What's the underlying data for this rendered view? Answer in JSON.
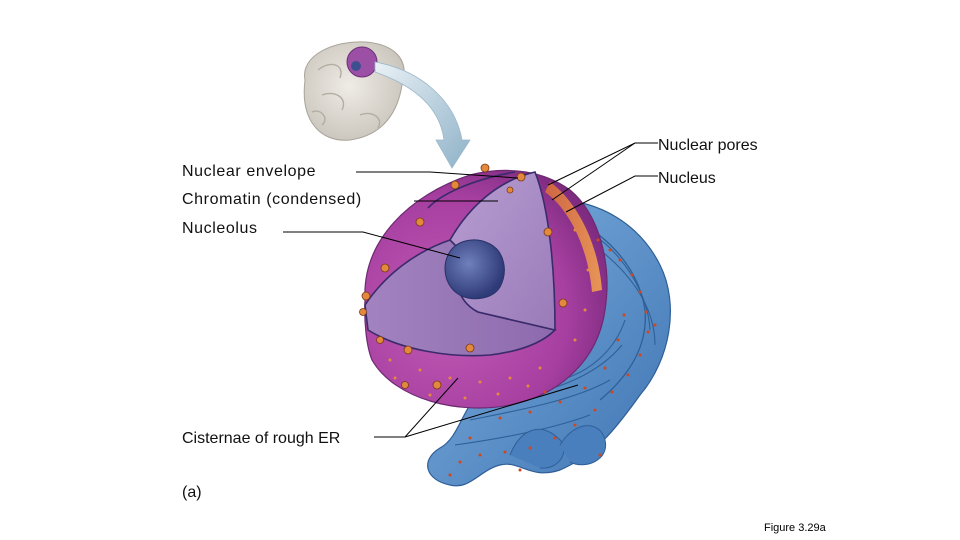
{
  "labels": {
    "nuclear_pores": "Nuclear pores",
    "nucleus": "Nucleus",
    "nuclear_envelope": "Nuclear envelope",
    "chromatin": "Chromatin (condensed)",
    "nucleolus": "Nucleolus",
    "cisternae": "Cisternae of rough ER",
    "panel": "(a)"
  },
  "figure_caption": "Figure 3.29a",
  "colors": {
    "nucleus_outer": "#a63fa0",
    "nucleus_cut": "#a98bc4",
    "nucleolus": "#3e4f90",
    "rough_er": "#5b95cf",
    "ribosome": "#d0471e",
    "leader": "#000000"
  }
}
